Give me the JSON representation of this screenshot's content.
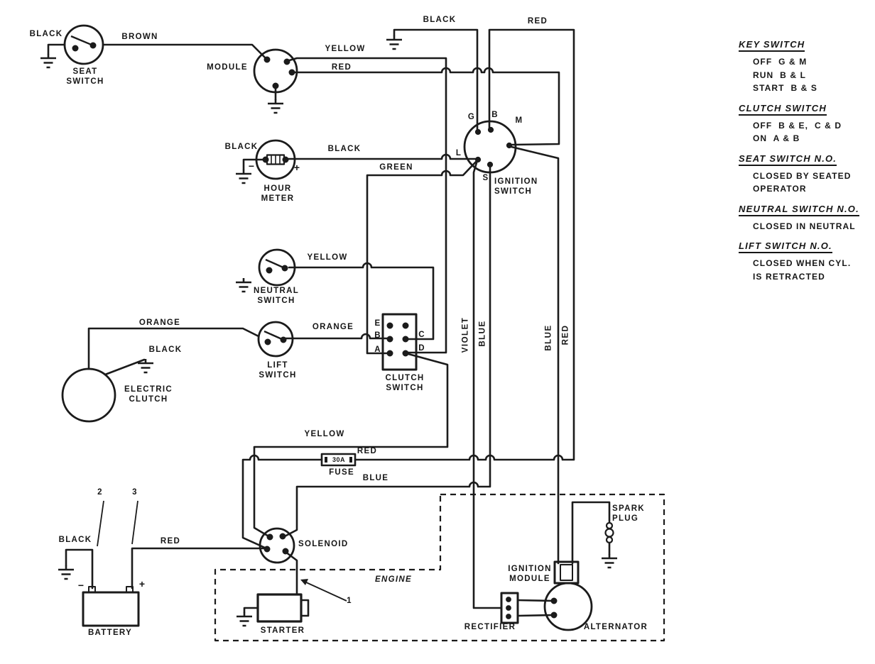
{
  "wire_colors": {
    "black": "BLACK",
    "brown": "BROWN",
    "red": "RED",
    "yellow": "YELLOW",
    "green": "GREEN",
    "orange": "ORANGE",
    "blue": "BLUE",
    "violet": "VIOLET"
  },
  "components": {
    "seat_switch": "SEAT\nSWITCH",
    "module": "MODULE",
    "hour_meter": "HOUR\nMETER",
    "neutral_switch": "NEUTRAL\nSWITCH",
    "lift_switch": "LIFT\nSWITCH",
    "electric_clutch": "ELECTRIC\nCLUTCH",
    "clutch_switch": "CLUTCH\nSWITCH",
    "ignition_switch": "IGNITION\nSWITCH",
    "solenoid": "SOLENOID",
    "battery": "BATTERY",
    "starter": "STARTER",
    "engine": "ENGINE",
    "fuse": "FUSE",
    "fuse_rating": "30A",
    "rectifier": "RECTIFIER",
    "alternator": "ALTERNATOR",
    "ignition_module": "IGNITION\nMODULE",
    "spark_plug": "SPARK\nPLUG"
  },
  "pins": {
    "g": "G",
    "b": "B",
    "m": "M",
    "l": "L",
    "s": "S",
    "e": "E",
    "a": "A",
    "c": "C",
    "d": "D",
    "plus": "+",
    "minus": "−"
  },
  "callouts": {
    "c1": "1",
    "c2": "2",
    "c3": "3"
  },
  "legend": {
    "key_switch": {
      "title": "KEY SWITCH",
      "lines": [
        "OFF  G & M",
        "RUN  B & L",
        "START  B & S"
      ]
    },
    "clutch_switch": {
      "title": "CLUTCH SWITCH",
      "lines": [
        "OFF  B & E,  C & D",
        "ON  A & B"
      ]
    },
    "seat_switch": {
      "title": "SEAT SWITCH  N.O.",
      "lines": [
        "CLOSED BY SEATED",
        "OPERATOR"
      ]
    },
    "neutral_switch": {
      "title": "NEUTRAL SWITCH  N.O.",
      "lines": [
        "CLOSED IN NEUTRAL"
      ]
    },
    "lift_switch": {
      "title": "LIFT SWITCH  N.O.",
      "lines": [
        "CLOSED WHEN CYL.",
        "IS RETRACTED"
      ]
    }
  }
}
